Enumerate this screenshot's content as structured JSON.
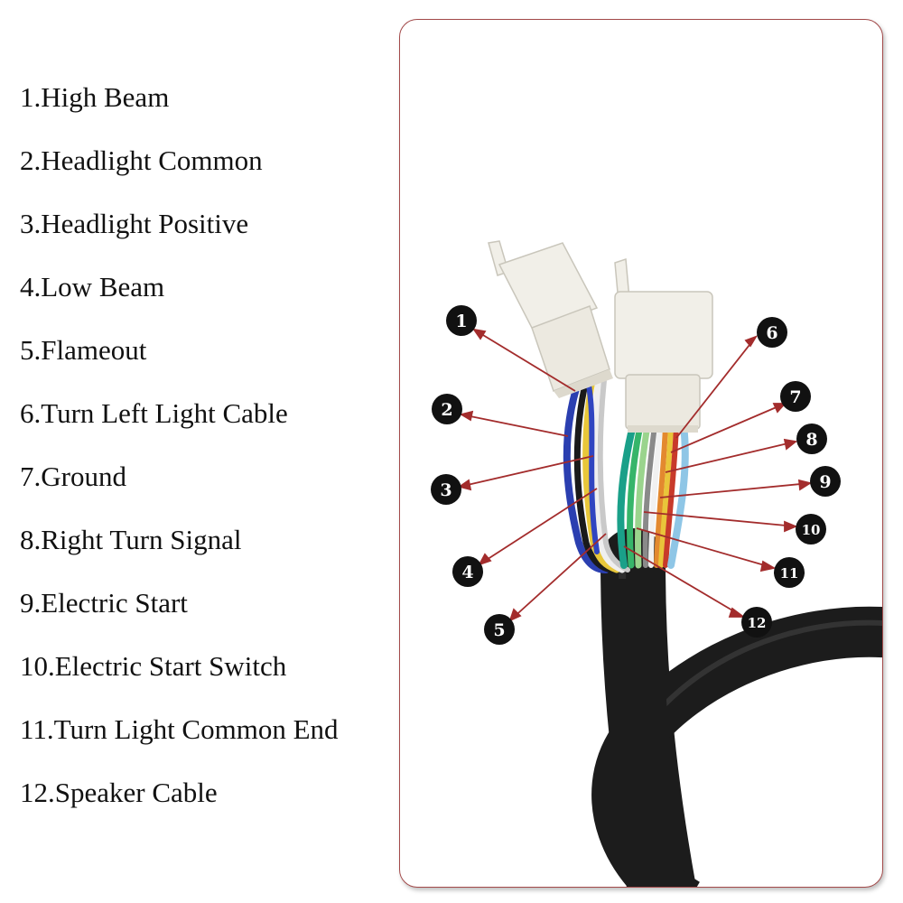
{
  "legend": [
    {
      "num": "1",
      "label": "1.High Beam"
    },
    {
      "num": "2",
      "label": "2.Headlight Common"
    },
    {
      "num": "3",
      "label": "3.Headlight Positive"
    },
    {
      "num": "4",
      "label": "4.Low Beam"
    },
    {
      "num": "5",
      "label": "5.Flameout"
    },
    {
      "num": "6",
      "label": "6.Turn Left Light Cable"
    },
    {
      "num": "7",
      "label": "7.Ground"
    },
    {
      "num": "8",
      "label": "8.Right Turn Signal"
    },
    {
      "num": "9",
      "label": "9.Electric Start"
    },
    {
      "num": "10",
      "label": "10.Electric Start Switch"
    },
    {
      "num": "11",
      "label": "11.Turn Light Common End"
    },
    {
      "num": "12",
      "label": "12.Speaker Cable"
    }
  ],
  "colors": {
    "panel_border": "#a34a4a",
    "leader_line": "#a32c2c",
    "badge_fill": "#111111",
    "badge_text": "#ffffff",
    "cable_sheath": "#1c1c1c",
    "connector": "#f1efe8"
  },
  "wire_colors": {
    "left_connector": [
      "blue",
      "yellow",
      "white",
      "black",
      "yellow",
      "white",
      "blue"
    ],
    "right_connector": [
      "teal",
      "green",
      "light-green",
      "gray",
      "white",
      "orange",
      "yellow",
      "red",
      "light-blue"
    ]
  }
}
